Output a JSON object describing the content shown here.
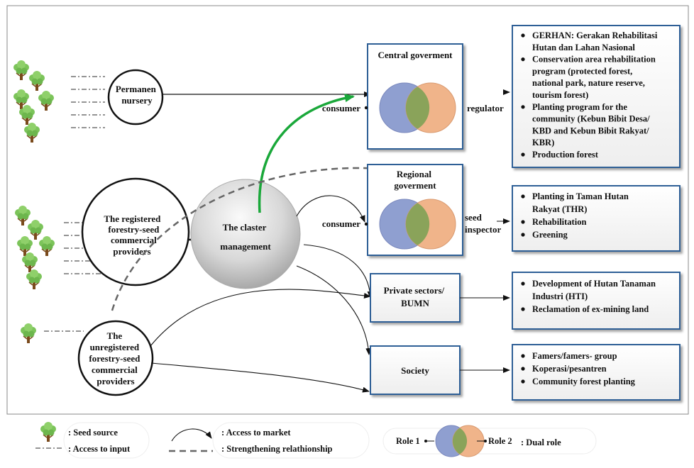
{
  "nodes": {
    "permanent_nursery": {
      "lines": [
        "Permanen",
        "nursery"
      ]
    },
    "registered_providers": {
      "lines": [
        "The registered",
        "forestry-seed",
        "commercial",
        "providers"
      ]
    },
    "unregistered_providers": {
      "lines": [
        "The",
        "unregistered",
        "forestry-seed",
        "commercial",
        "providers"
      ]
    },
    "cluster_management": {
      "lines": [
        "The claster",
        "management"
      ]
    },
    "central_government": {
      "title": "Central goverment",
      "left_role": "consumer",
      "right_role": "regulator"
    },
    "regional_government": {
      "title_lines": [
        "Regional",
        "goverment"
      ],
      "left_role": "consumer",
      "right_role_lines": [
        "seed",
        "inspector"
      ]
    },
    "private_sectors": {
      "lines": [
        "Private sectors/",
        "BUMN"
      ]
    },
    "society": {
      "label": "Society"
    }
  },
  "programs": {
    "central": [
      "GERHAN: Gerakan Rehabilitasi Hutan dan Lahan Nasional",
      "Conservation area rehabilitation program (protected forest, national park, nature reserve, tourism forest)",
      "Planting program for the community (Kebun Bibit Desa/ KBD and Kebun Bibit Rakyat/ KBR)",
      "Production forest"
    ],
    "central_lines": [
      {
        "bullet": true,
        "text": "GERHAN: Gerakan Rehabilitasi"
      },
      {
        "bullet": false,
        "text": "Hutan dan Lahan Nasional"
      },
      {
        "bullet": true,
        "text": "Conservation area rehabilitation"
      },
      {
        "bullet": false,
        "text": "program (protected forest,"
      },
      {
        "bullet": false,
        "text": "national park, nature reserve,"
      },
      {
        "bullet": false,
        "text": "tourism forest)"
      },
      {
        "bullet": true,
        "text": "Planting program for the"
      },
      {
        "bullet": false,
        "text": "community (Kebun Bibit Desa/"
      },
      {
        "bullet": false,
        "text": "KBD and Kebun Bibit Rakyat/"
      },
      {
        "bullet": false,
        "text": "KBR)"
      },
      {
        "bullet": true,
        "text": "Production forest"
      }
    ],
    "regional_lines": [
      {
        "bullet": true,
        "text": "Planting in Taman Hutan"
      },
      {
        "bullet": false,
        "text": "Rakyat (THR)"
      },
      {
        "bullet": true,
        "text": "Rehabilitation"
      },
      {
        "bullet": true,
        "text": "Greening"
      }
    ],
    "private_lines": [
      {
        "bullet": true,
        "text": "Development of Hutan Tanaman"
      },
      {
        "bullet": false,
        "text": "Industri (HTI)"
      },
      {
        "bullet": true,
        "text": "Reclamation of ex-mining land"
      }
    ],
    "society_lines": [
      {
        "bullet": true,
        "text": "Famers/famers- group"
      },
      {
        "bullet": true,
        "text": "Koperasi/pesantren"
      },
      {
        "bullet": true,
        "text": "Community forest planting"
      }
    ]
  },
  "legend": {
    "seed_source": ": Seed source",
    "access_input": ": Access to input",
    "access_market": ": Access to market",
    "strengthening": ": Strengthening relathionship",
    "role1": "Role 1",
    "role2": "Role 2",
    "dual_role": ": Dual role"
  },
  "colors": {
    "box_border": "#2e5f96",
    "venn_left": "#8f9fd0",
    "venn_right": "#f0b48a",
    "venn_overlap": "#8aa35a",
    "green_arrow": "#1aa83a",
    "tree_leaf": "#7cc45a",
    "tree_trunk": "#7a4a1c"
  }
}
